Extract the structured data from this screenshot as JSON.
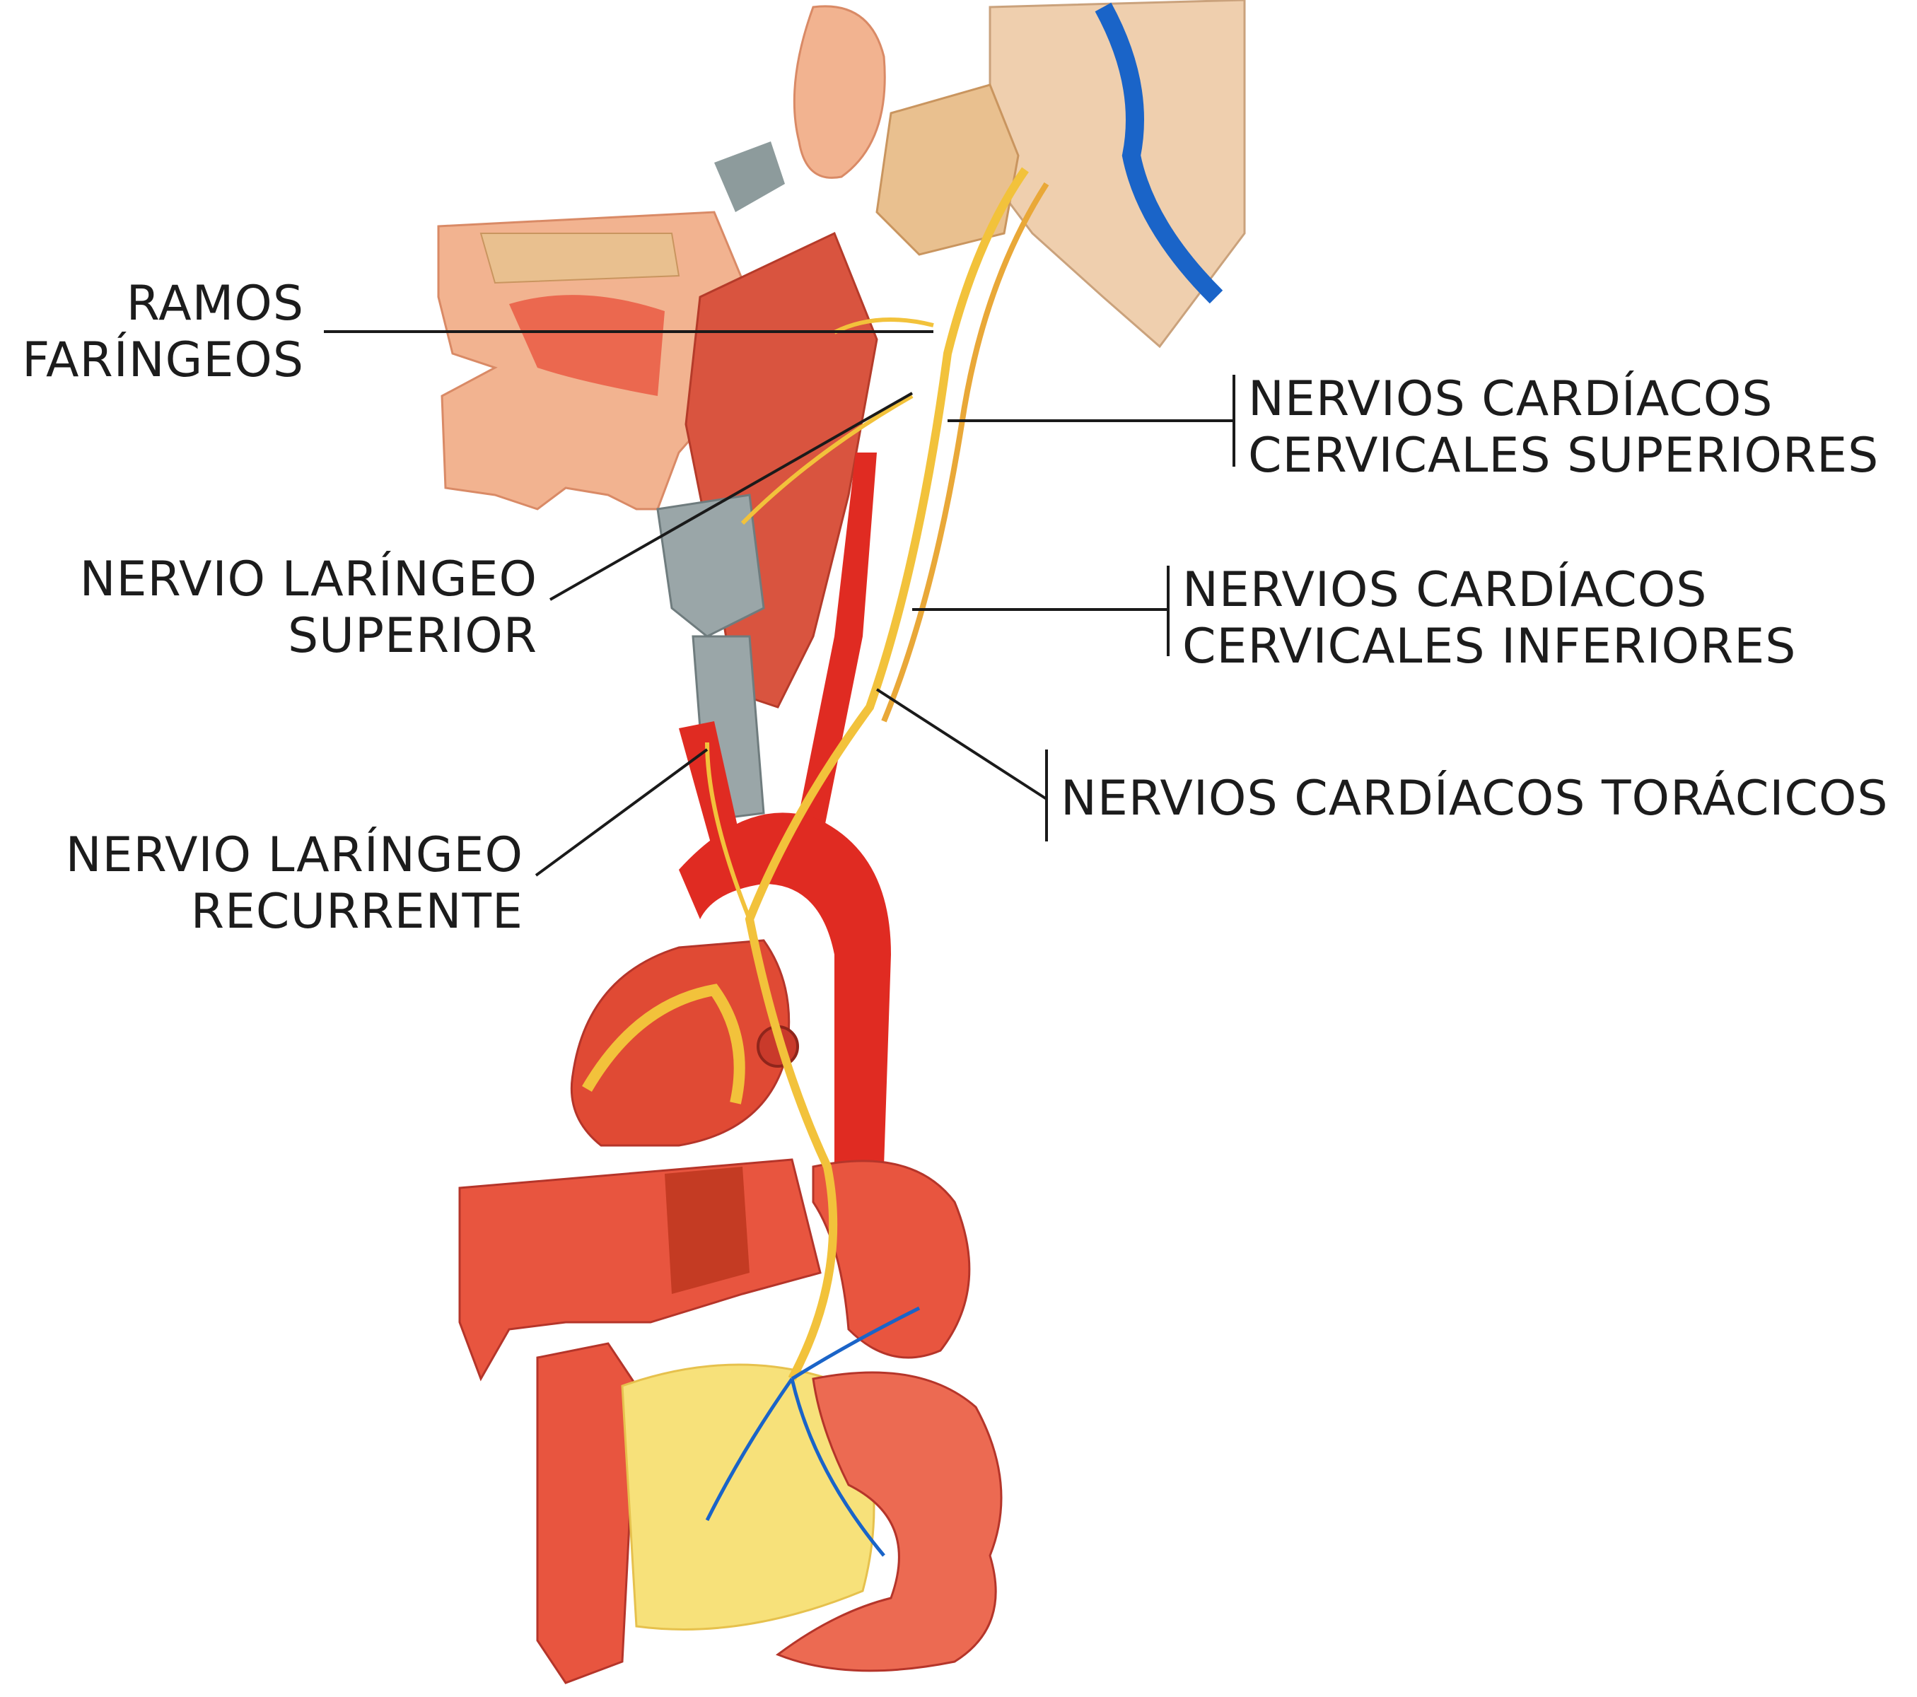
{
  "labels": {
    "ramos_faringeos": {
      "line1": "RAMOS",
      "line2": "FARÍNGEOS"
    },
    "nervio_laringeo_superior": {
      "line1": "NERVIO LARÍNGEO",
      "line2": "SUPERIOR"
    },
    "nervio_laringeo_recurrente": {
      "line1": "NERVIO LARÍNGEO",
      "line2": "RECURRENTE"
    },
    "nervios_cardiacos_cervicales_superiores": {
      "line1": "NERVIOS CARDÍACOS",
      "line2": "CERVICALES SUPERIORES"
    },
    "nervios_cardiacos_cervicales_inferiores": {
      "line1": "NERVIOS CARDÍACOS",
      "line2": "CERVICALES INFERIORES"
    },
    "nervios_cardiacos_toracicos": {
      "line1": "NERVIOS CARDÍACOS TORÁCICOS"
    }
  },
  "colors": {
    "organ": "#e8553f",
    "organ_light": "#f38a70",
    "artery": "#e02b22",
    "skin": "#f2b390",
    "bone": "#e9c08f",
    "nerve": "#f2c23b",
    "vein": "#1a64c8",
    "cartilage": "#9aa6a8",
    "leader": "#1a1a1a"
  }
}
